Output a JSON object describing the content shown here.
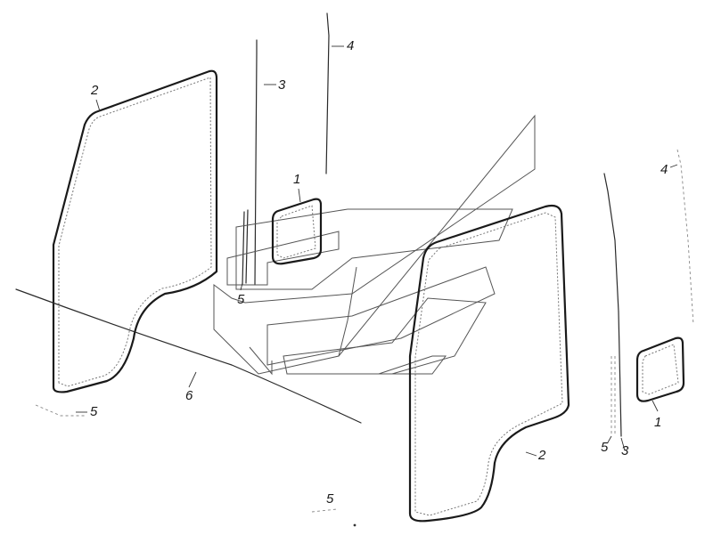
{
  "callouts": {
    "left_frame_seal": "2",
    "left_glass_strip": "3",
    "left_outer_strip": "4",
    "left_vent_seal": "1",
    "left_short_strip": "5",
    "bottom_strip": "6",
    "left_bottom_piece": "5",
    "right_outer_strip": "4",
    "right_vent_seal": "1",
    "right_short_strip": "5",
    "right_glass_strip": "3",
    "right_frame_seal": "2",
    "center_bottom_piece": "5"
  }
}
